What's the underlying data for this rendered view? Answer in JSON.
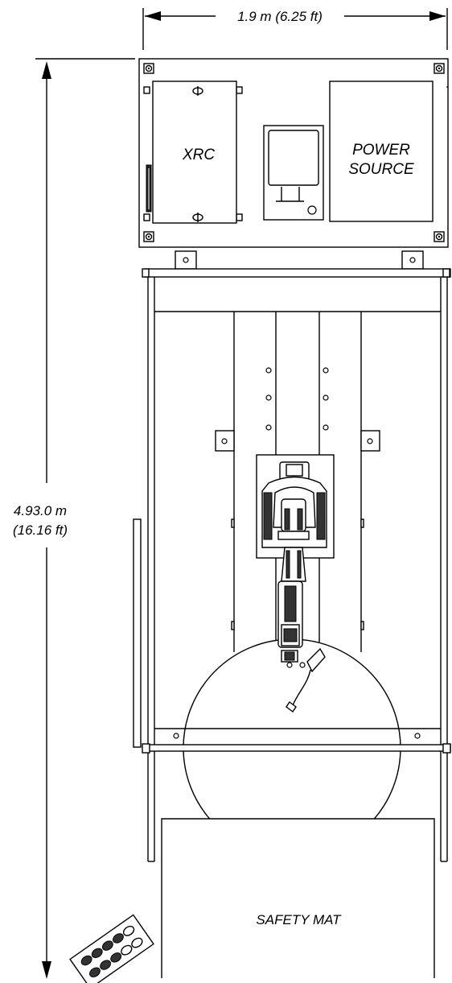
{
  "dimensions": {
    "width_label": "1.9 m (6.25 ft)",
    "height_label_line1": "4.93.0 m",
    "height_label_line2": "(16.16 ft)"
  },
  "labels": {
    "controller": "XRC",
    "power_source_line1": "POWER",
    "power_source_line2": "SOURCE",
    "safety_mat": "SAFETY MAT"
  }
}
